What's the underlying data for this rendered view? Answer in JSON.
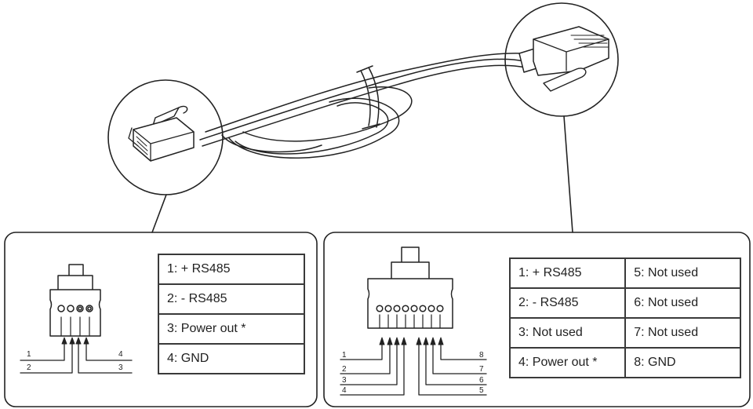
{
  "left_panel": {
    "pins": [
      {
        "label": "1:  + RS485"
      },
      {
        "label": "2: - RS485"
      },
      {
        "label": "3: Power out *"
      },
      {
        "label": "4: GND"
      }
    ],
    "wire_numbers": [
      "1",
      "2",
      "3",
      "4"
    ]
  },
  "right_panel": {
    "pins": [
      {
        "left": "1: + RS485",
        "right": "5: Not used"
      },
      {
        "left": "2: - RS485",
        "right": "6: Not used"
      },
      {
        "left": "3: Not used",
        "right": "7:  Not used"
      },
      {
        "left": "4: Power out *",
        "right": "8: GND"
      }
    ],
    "wire_numbers": [
      "1",
      "2",
      "3",
      "4",
      "5",
      "6",
      "7",
      "8"
    ]
  }
}
